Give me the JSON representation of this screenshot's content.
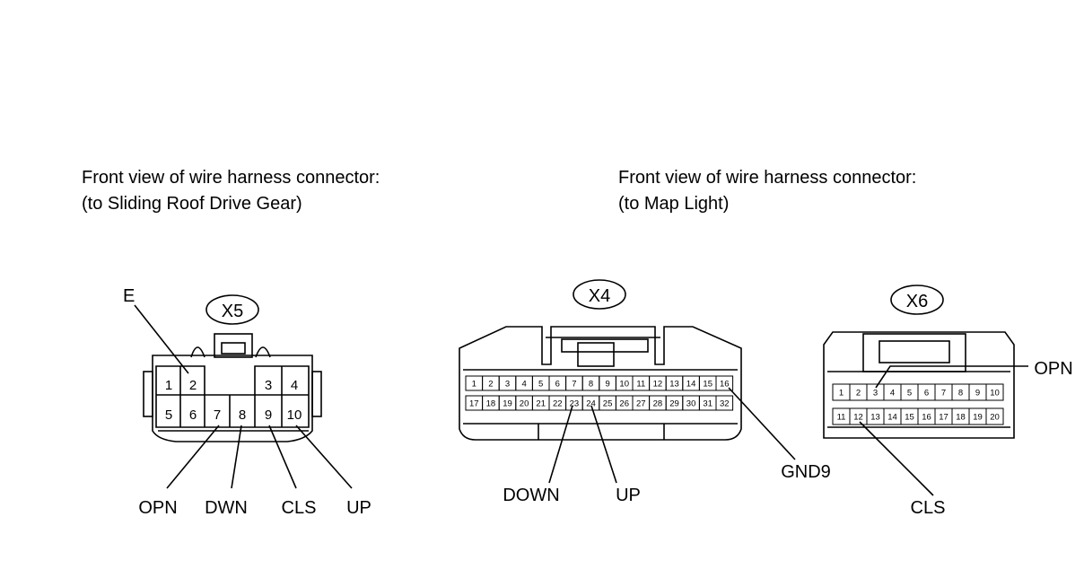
{
  "captions": {
    "left_line1": "Front view of wire harness connector:",
    "left_line2": "(to Sliding Roof Drive Gear)",
    "right_line1": "Front view of wire harness connector:",
    "right_line2": "(to Map Light)"
  },
  "x5": {
    "tag": "X5",
    "pins_top": [
      "1",
      "2",
      "3",
      "4"
    ],
    "pins_bottom": [
      "5",
      "6",
      "7",
      "8",
      "9",
      "10"
    ],
    "labels": {
      "e": "E",
      "opn": "OPN",
      "dwn": "DWN",
      "cls": "CLS",
      "up": "UP"
    }
  },
  "x4": {
    "tag": "X4",
    "pins_top": [
      "1",
      "2",
      "3",
      "4",
      "5",
      "6",
      "7",
      "8",
      "9",
      "10",
      "11",
      "12",
      "13",
      "14",
      "15",
      "16"
    ],
    "pins_bottom": [
      "17",
      "18",
      "19",
      "20",
      "21",
      "22",
      "23",
      "24",
      "25",
      "26",
      "27",
      "28",
      "29",
      "30",
      "31",
      "32"
    ],
    "labels": {
      "down": "DOWN",
      "up": "UP",
      "gnd9": "GND9"
    }
  },
  "x6": {
    "tag": "X6",
    "pins_top": [
      "1",
      "2",
      "3",
      "4",
      "5",
      "6",
      "7",
      "8",
      "9",
      "10"
    ],
    "pins_bottom": [
      "11",
      "12",
      "13",
      "14",
      "15",
      "16",
      "17",
      "18",
      "19",
      "20"
    ],
    "labels": {
      "opn": "OPN",
      "cls": "CLS"
    }
  }
}
